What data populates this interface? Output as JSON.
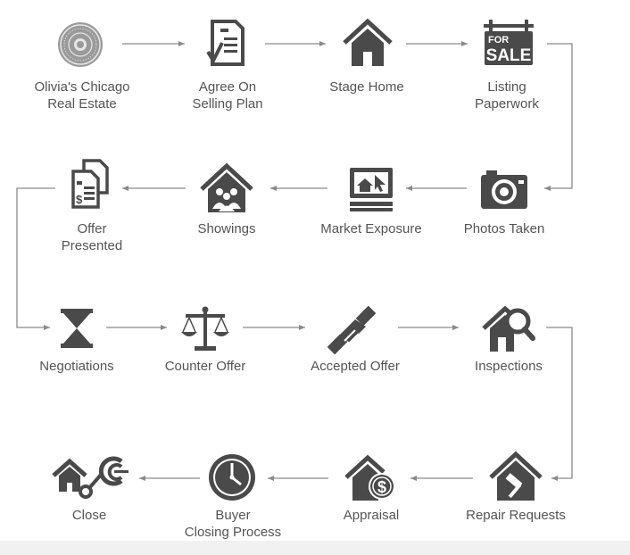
{
  "colors": {
    "icon": "#4a4a4a",
    "arrow": "#8a8a8a",
    "text": "#545454"
  },
  "steps": [
    {
      "label": "Olivia's Chicago\nReal Estate",
      "icon": "seal-icon"
    },
    {
      "label": "Agree On\nSelling Plan",
      "icon": "contract-icon"
    },
    {
      "label": "Stage Home",
      "icon": "house-icon"
    },
    {
      "label": "Listing\nPaperwork",
      "icon": "for-sale-sign-icon"
    },
    {
      "label": "Photos Taken",
      "icon": "camera-icon"
    },
    {
      "label": "Market Exposure",
      "icon": "computer-icon"
    },
    {
      "label": "Showings",
      "icon": "house-people-icon"
    },
    {
      "label": "Offer\nPresented",
      "icon": "documents-icon"
    },
    {
      "label": "Negotiations",
      "icon": "hourglass-icon"
    },
    {
      "label": "Counter Offer",
      "icon": "scales-icon"
    },
    {
      "label": "Accepted Offer",
      "icon": "handshake-icon"
    },
    {
      "label": "Inspections",
      "icon": "house-magnifier-icon"
    },
    {
      "label": "Repair Requests",
      "icon": "house-hammer-icon"
    },
    {
      "label": "Appraisal",
      "icon": "house-dollar-icon"
    },
    {
      "label": "Buyer\nClosing Process",
      "icon": "clock-icon"
    },
    {
      "label": "Close",
      "icon": "house-key-icon"
    }
  ],
  "sale_sign": {
    "top": "FOR",
    "bottom": "SALE"
  }
}
